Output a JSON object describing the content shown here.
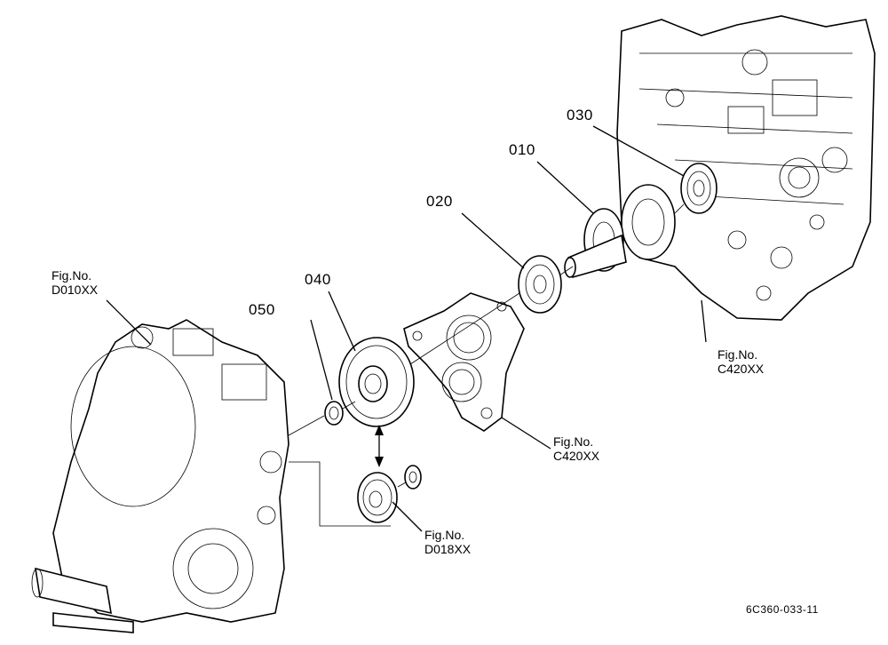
{
  "parts": [
    {
      "id": "p010",
      "number": "010"
    },
    {
      "id": "p020",
      "number": "020"
    },
    {
      "id": "p030",
      "number": "030"
    },
    {
      "id": "p040",
      "number": "040"
    },
    {
      "id": "p050",
      "number": "050"
    }
  ],
  "figure_refs": [
    {
      "id": "d010",
      "line1": "Fig.No.",
      "line2": "D010XX"
    },
    {
      "id": "c420_right",
      "line1": "Fig.No.",
      "line2": "C420XX"
    },
    {
      "id": "c420_center",
      "line1": "Fig.No.",
      "line2": "C420XX"
    },
    {
      "id": "d018",
      "line1": "Fig.No.",
      "line2": "D018XX"
    }
  ],
  "diagram_code": "6C360-033-11"
}
